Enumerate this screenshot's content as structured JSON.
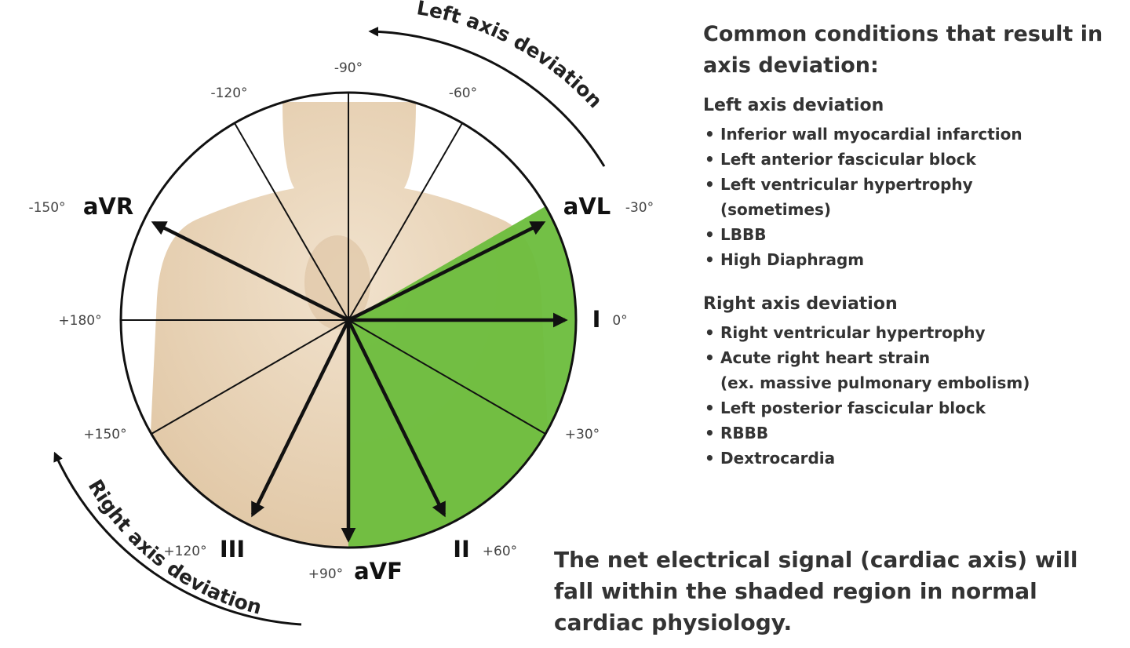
{
  "diagram": {
    "angles": {
      "m90": "-90°",
      "m120": "-120°",
      "m60": "-60°",
      "m150": "-150°",
      "m30": "-30°",
      "p180": "+180°",
      "zero": "0°",
      "p150": "+150°",
      "p30": "+30°",
      "p120": "+120°",
      "p90": "+90°",
      "p60": "+60°"
    },
    "leads": {
      "avr": "aVR",
      "avl": "aVL",
      "i": "I",
      "iii": "III",
      "avf": "aVF",
      "ii": "II"
    },
    "deviation_arrows": {
      "left": "Left axis deviation",
      "right": "Right axis deviation"
    },
    "colors": {
      "shaded_region": "#6cbd3c",
      "skin": "#e9d6bd"
    }
  },
  "panel": {
    "title": "Common conditions that result in axis deviation:",
    "left_heading": "Left axis deviation",
    "left_items": [
      "Inferior wall myocardial infarction",
      "Left anterior fascicular block",
      "Left ventricular hypertrophy",
      "(sometimes)",
      "LBBB",
      "High Diaphragm"
    ],
    "right_heading": "Right axis deviation",
    "right_items": [
      "Right ventricular hypertrophy",
      "Acute right heart strain",
      "(ex. massive pulmonary embolism)",
      "Left posterior fascicular block",
      "RBBB",
      "Dextrocardia"
    ]
  },
  "footer": {
    "text": "The net electrical signal (cardiac axis) will fall within the shaded region in normal cardiac physiology."
  }
}
